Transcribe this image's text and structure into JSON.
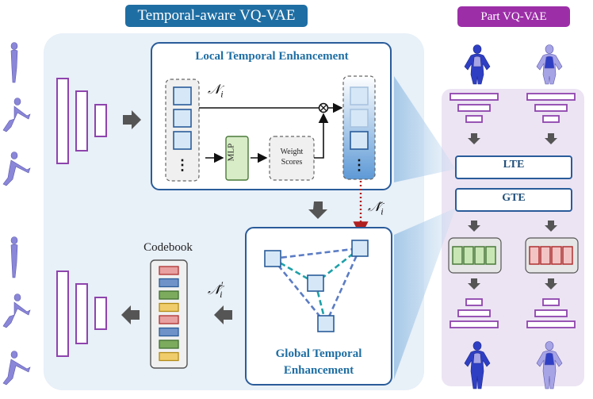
{
  "banners": {
    "main": "Temporal-aware VQ-VAE",
    "part": "Part VQ-VAE"
  },
  "local_temporal": {
    "title": "Local Temporal Enhancement",
    "mlp_label": "MLP",
    "weight_label": "Weight Scores",
    "ni_symbol": "𝒩",
    "ni_subscript": "i"
  },
  "global_temporal": {
    "title": "Global Temporal Enhancement",
    "ni_hat_symbol": "𝒩́",
    "ni_hat_subscript": "i"
  },
  "codebook": {
    "title": "Codebook",
    "ni_prime_symbol": "𝒩́",
    "ni_prime_subscript": "i",
    "ni_prime_superscript": "′",
    "entry_colors": [
      "#e8a0a0",
      "#6f93c8",
      "#7cab5e",
      "#f0cd6a",
      "#e8a0a0",
      "#6f93c8",
      "#7cab5e",
      "#f0cd6a"
    ]
  },
  "part_vqvae": {
    "lte_label": "LTE",
    "gte_label": "GTE"
  },
  "colors": {
    "banner_main": "#1f6ea3",
    "banner_part": "#9c2fa8",
    "panel_main": "#e8f0f8",
    "panel_part": "#ece4f3",
    "frame_fill": "#d6e8f7",
    "frame_stroke": "#2a5c9a",
    "encoder_stroke": "#8e44ad",
    "gte_edge": "#5b7cc4",
    "gte_edge_alt": "#1fa0a8",
    "red_arrow": "#b02020"
  }
}
